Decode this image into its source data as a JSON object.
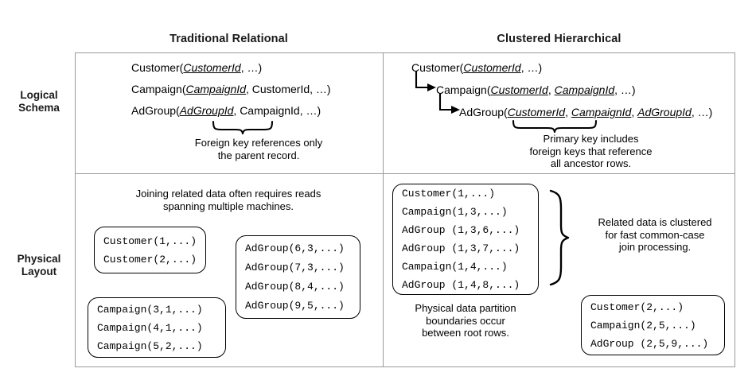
{
  "figure": {
    "columns": [
      {
        "id": "traditional",
        "title": "Traditional Relational"
      },
      {
        "id": "clustered",
        "title": "Clustered Hierarchical"
      }
    ],
    "rows": [
      {
        "id": "logical",
        "label": "Logical\nSchema"
      },
      {
        "id": "physical",
        "label": "Physical\nLayout"
      }
    ]
  },
  "logical_traditional": {
    "schema": [
      {
        "prefix": "Customer(",
        "key": "CustomerId",
        "rest": ", …)"
      },
      {
        "prefix": "Campaign(",
        "key": "CampaignId",
        "rest": ", CustomerId, …)"
      },
      {
        "prefix": "AdGroup(",
        "key": "AdGroupId",
        "rest": ", CampaignId, …)"
      }
    ],
    "caption": "Foreign key references only\nthe parent record."
  },
  "logical_clustered": {
    "schema": [
      {
        "prefix": "Customer(",
        "keys": [
          "CustomerId"
        ],
        "rest": ", …)"
      },
      {
        "prefix": "Campaign(",
        "keys": [
          "CustomerId",
          "CampaignId"
        ],
        "rest": ", …)"
      },
      {
        "prefix": "AdGroup(",
        "keys": [
          "CustomerId",
          "CampaignId",
          "AdGroupId"
        ],
        "rest": ", …)"
      }
    ],
    "caption": "Primary key includes\nforeign keys that reference\nall ancestor rows."
  },
  "physical_traditional": {
    "caption": "Joining related data often requires reads\nspanning multiple machines.",
    "boxes": [
      {
        "id": "customer-partition",
        "rows": [
          "Customer(1,...)",
          "Customer(2,...)"
        ]
      },
      {
        "id": "adgroup-partition",
        "rows": [
          "AdGroup(6,3,...)",
          "AdGroup(7,3,...)",
          "AdGroup(8,4,...)",
          "AdGroup(9,5,...)"
        ]
      },
      {
        "id": "campaign-partition",
        "rows": [
          "Campaign(3,1,...)",
          "Campaign(4,1,...)",
          "Campaign(5,2,...)"
        ]
      }
    ]
  },
  "physical_clustered": {
    "boxes": [
      {
        "id": "root-1-partition",
        "rows": [
          "Customer(1,...)",
          "Campaign(1,3,...)",
          "AdGroup (1,3,6,...)",
          "AdGroup (1,3,7,...)",
          "Campaign(1,4,...)",
          "AdGroup (1,4,8,...)"
        ]
      },
      {
        "id": "root-2-partition",
        "rows": [
          "Customer(2,...)",
          "Campaign(2,5,...)",
          "AdGroup (2,5,9,...)"
        ]
      }
    ],
    "brace_caption": "Related data is clustered\nfor fast common-case\njoin processing.",
    "partition_caption": "Physical data partition\nboundaries occur\nbetween root rows."
  },
  "colors": {
    "ink": "#000000",
    "grid": "#9a9a9a",
    "page": "#ffffff"
  }
}
